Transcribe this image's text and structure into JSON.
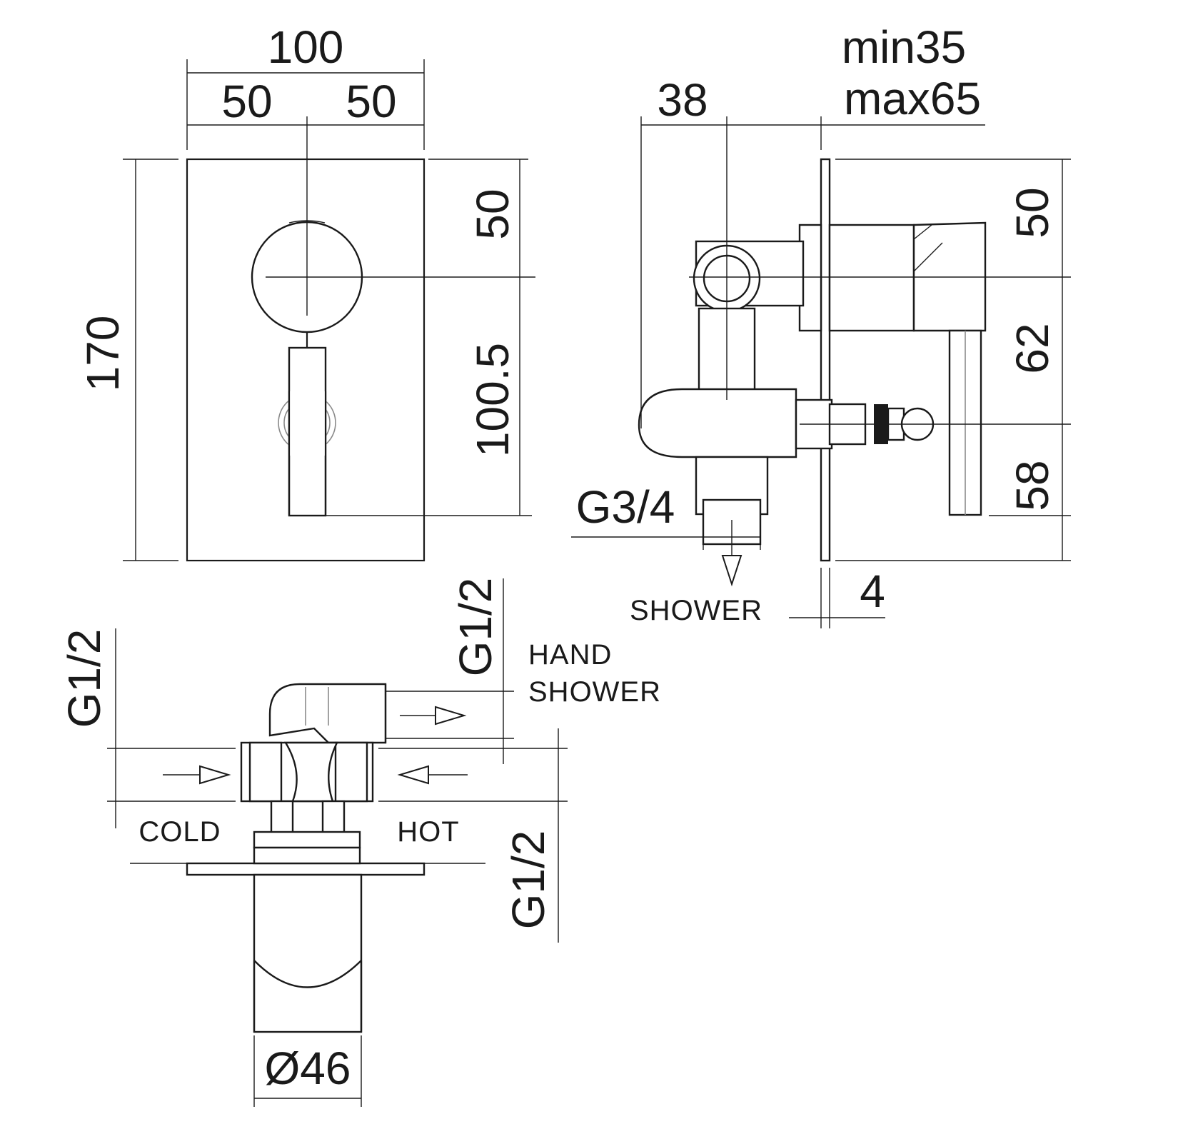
{
  "front_view": {
    "overall_width": "100",
    "half_left": "50",
    "half_right": "50",
    "overall_height": "170",
    "upper_height": "50",
    "lower_height": "100.5"
  },
  "side_view": {
    "depth_range_min": "min35",
    "depth_range_max": "max65",
    "body_depth": "38",
    "upper_height": "50",
    "middle_height": "62",
    "lower_height": "58",
    "plate_thickness": "4",
    "outlet_thread": "G3/4",
    "outlet_label": "SHOWER"
  },
  "top_view": {
    "hand_shower_thread": "G1/2",
    "hand_shower_label_line1": "HAND",
    "hand_shower_label_line2": "SHOWER",
    "cold_thread": "G1/2",
    "cold_label": "COLD",
    "hot_thread": "G1/2",
    "hot_label": "HOT",
    "body_diameter": "Ø46"
  }
}
